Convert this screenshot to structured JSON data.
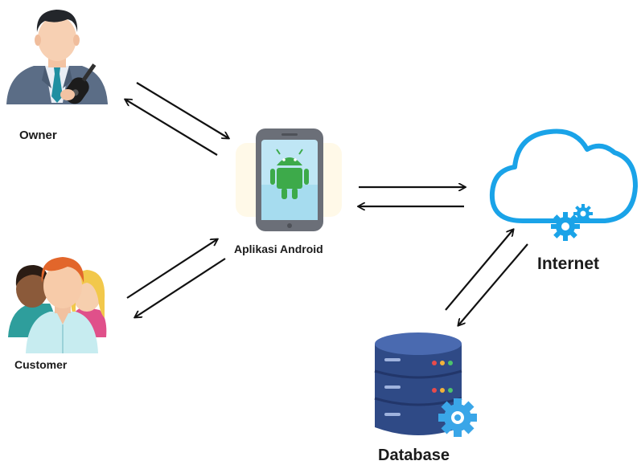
{
  "labels": {
    "owner": "Owner",
    "customer": "Customer",
    "android_app": "Aplikasi Android",
    "internet": "Internet",
    "database": "Database"
  },
  "icons": {
    "owner": "owner-person-with-car-key-icon",
    "customer": "customer-group-icon",
    "android_app": "android-smartphone-icon",
    "internet": "cloud-with-gears-icon",
    "database": "database-server-with-gear-icon"
  },
  "colors": {
    "arrow": "#111111",
    "cloud": "#1aa3e8",
    "android": "#3daa4a",
    "phone_frame": "#6b6f78",
    "phone_screen": "#bfe6f5",
    "database_body": "#2f4a86",
    "database_gear": "#3aa6e8",
    "owner_suit": "#5b6d86",
    "owner_tie": "#1f8fa1"
  }
}
